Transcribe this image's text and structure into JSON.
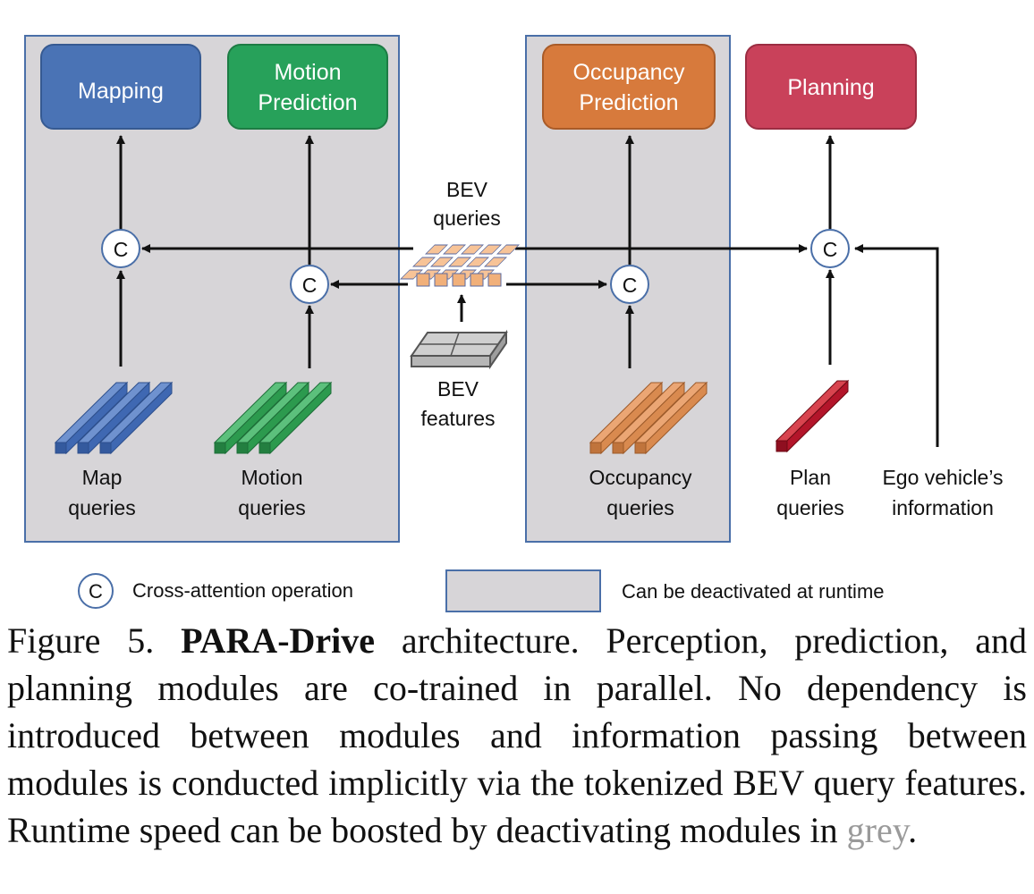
{
  "modules": {
    "mapping": {
      "label": "Mapping",
      "color": "#4a73b5"
    },
    "motion": {
      "line1": "Motion",
      "line2": "Prediction",
      "color": "#27a15a"
    },
    "occupancy": {
      "line1": "Occupancy",
      "line2": "Prediction",
      "color": "#d77a3c"
    },
    "planning": {
      "label": "Planning",
      "color": "#c9415a"
    }
  },
  "cross_attention_symbol": "C",
  "queries": {
    "map": {
      "line1": "Map",
      "line2": "queries"
    },
    "motion": {
      "line1": "Motion",
      "line2": "queries"
    },
    "occupancy": {
      "line1": "Occupancy",
      "line2": "queries"
    },
    "plan": {
      "line1": "Plan",
      "line2": "queries"
    },
    "ego": {
      "line1": "Ego vehicle’s",
      "line2": "information"
    }
  },
  "bev_queries": {
    "line1": "BEV",
    "line2": "queries"
  },
  "bev_features": {
    "line1": "BEV",
    "line2": "features"
  },
  "legend": {
    "cross_attention": "Cross-attention operation",
    "deactivatable": "Can be deactivated at runtime"
  },
  "caption": {
    "figure_label": "Figure 5.",
    "model_name": "PARA-Drive",
    "text_before_grey": "architecture. Perception, prediction, and planning modules are co-trained in parallel. No dependency is introduced between modules and information passing between modules is conducted implicitly via the tokenized BEV query features. Runtime speed can be boosted by deactivating modules in",
    "grey_word": "grey",
    "end_punct": "."
  },
  "colors": {
    "grey_region": "#d7d5d8",
    "region_border": "#4a6fa8",
    "map_queries": "#3f68b2",
    "motion_queries": "#2c9a4e",
    "occupancy_queries": "#d98a4f",
    "plan_queries": "#b3152a",
    "bev_token": "#f1b07a"
  }
}
